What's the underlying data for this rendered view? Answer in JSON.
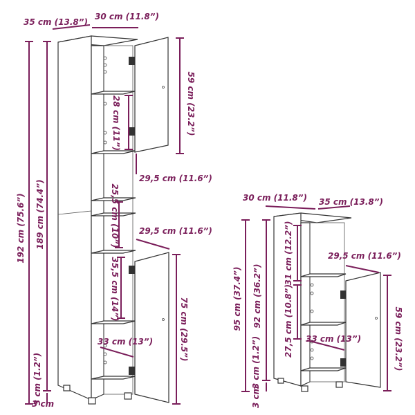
{
  "tall_cabinet": {
    "depth": "35 cm (13.8ˮ)",
    "width": "30 cm (11.8ˮ)",
    "total_height": "192 cm (75.6ˮ)",
    "body_height": "189 cm (74.4ˮ)",
    "legs": "3 cm (1.2ˮ)",
    "legs_value": "3 cm",
    "top_door": "59 cm (23.2ˮ)",
    "top_shelf_gap": "28 cm (11ˮ)",
    "shelf_depth_1": "29,5 cm (11.6ˮ)",
    "open_gap": "25,5 cm (10ˮ)",
    "shelf_depth_2": "29,5 cm (11.6ˮ)",
    "lower_shelf_gap": "35,5 cm (14ˮ)",
    "bottom_door": "75 cm (29.5ˮ)",
    "bottom_depth": "33 cm (13ˮ)"
  },
  "short_cabinet": {
    "width": "30 cm (11.8ˮ)",
    "depth": "35 cm (13.8ˮ)",
    "total_height": "95 cm (37.4ˮ)",
    "body_height": "92 cm (36.2ˮ)",
    "open_gap": "31 cm (12.2ˮ)",
    "shelf_depth": "29,5 cm (11.6ˮ)",
    "door_height": "59 cm (23.2ˮ)",
    "shelf_gap": "27,5 cm (10.8ˮ)",
    "bottom_depth": "33 cm (13ˮ)",
    "legs": "3 cm (1.2ˮ)",
    "legs_value": "3 cm"
  }
}
